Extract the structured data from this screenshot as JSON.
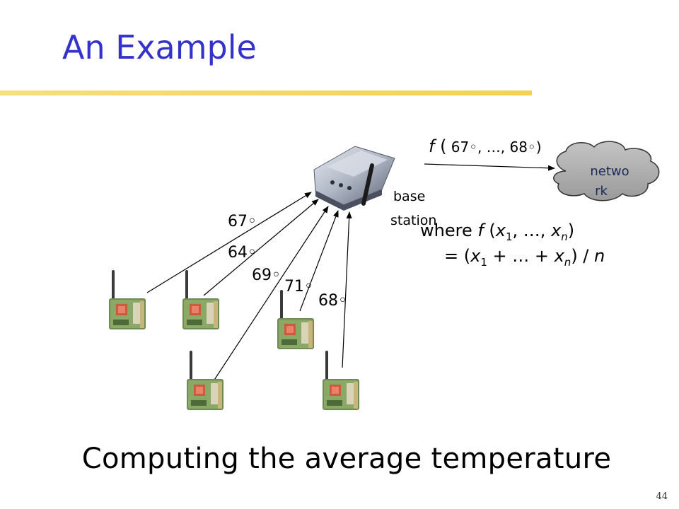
{
  "slide": {
    "title": "An Example",
    "caption": "Computing the average temperature",
    "page_number": "44"
  },
  "diagram": {
    "base_station_label_line1": "base",
    "base_station_label_line2": "station",
    "network_label_line1": "netwo",
    "network_label_line2": "rk",
    "function_call": {
      "f": "f",
      "open": " (",
      "args": " 67◦, …, 68◦)"
    },
    "definition": {
      "line1": {
        "where": "where ",
        "f": "f",
        "open": " (",
        "x1": "x",
        "sub1": "1",
        "mid": ", …, ",
        "xn": "x",
        "subn": "n",
        "close": ")"
      },
      "line2": {
        "eq": "= (",
        "x1": "x",
        "sub1": "1",
        "mid": " + … + ",
        "xn": "x",
        "subn": "n",
        "close": ") / ",
        "n": "n"
      }
    },
    "readings": [
      "67◦",
      "64◦",
      "69◦",
      "71◦",
      "68◦"
    ],
    "icons": [
      "wireless-router-icon",
      "sensor-node-icon",
      "cloud-icon"
    ]
  }
}
